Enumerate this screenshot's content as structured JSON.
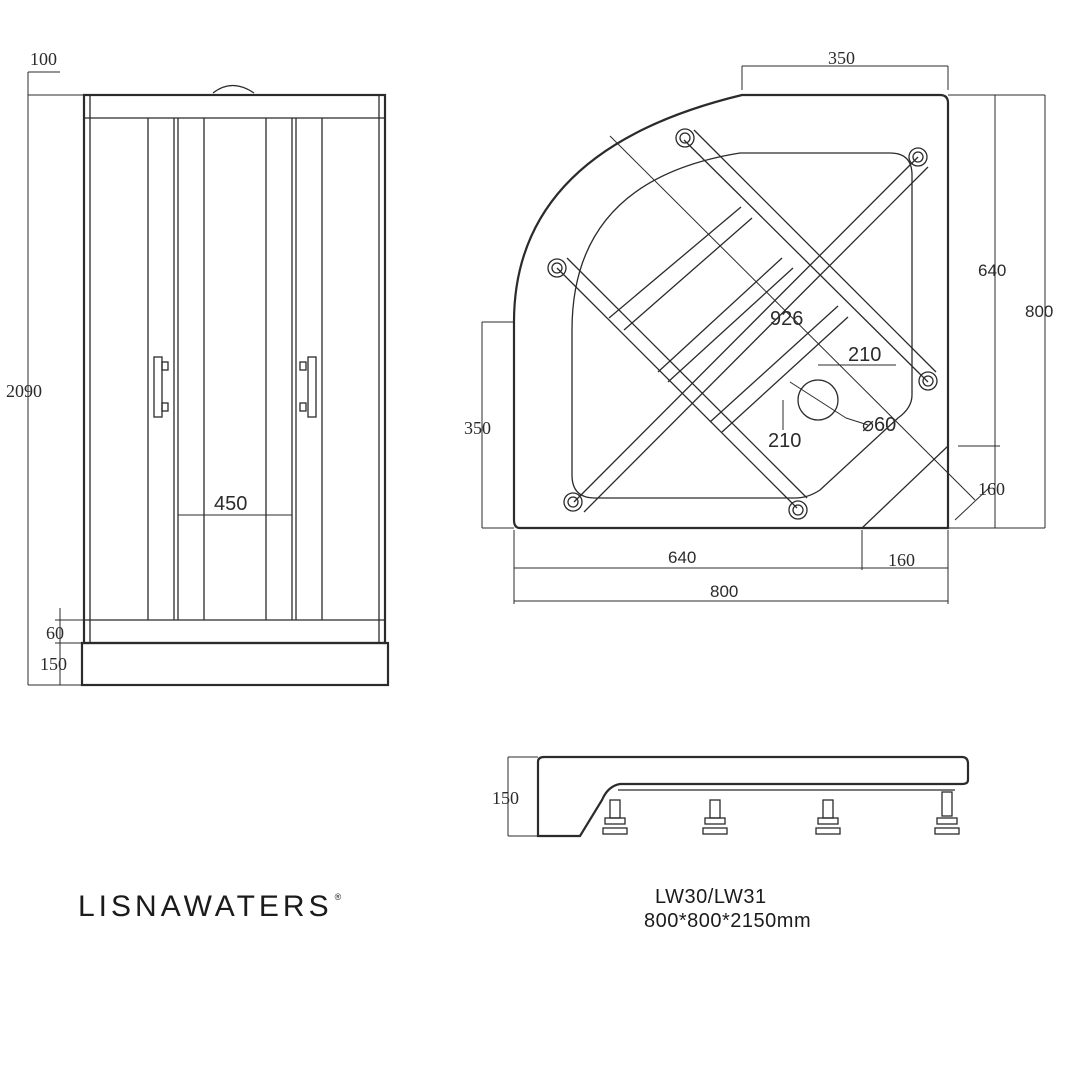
{
  "front_view": {
    "dim_top": "100",
    "dim_height": "2090",
    "dim_door": "450",
    "dim_step": "60",
    "dim_base": "150"
  },
  "top_view": {
    "dim_top": "350",
    "dim_right_inner": "640",
    "dim_right_outer": "800",
    "dim_diagonal": "926",
    "dim_drain_x": "210",
    "dim_drain_y": "210",
    "dim_drain_dia": "⌀60",
    "dim_left": "350",
    "dim_corner_right": "160",
    "dim_bottom_inner": "640",
    "dim_bottom_corner": "160",
    "dim_bottom_outer": "800"
  },
  "side_view": {
    "dim_height": "150"
  },
  "brand": {
    "name": "LISNAWATERS",
    "registered": "®"
  },
  "product": {
    "model": "LW30/LW31",
    "size": "800*800*2150mm"
  }
}
